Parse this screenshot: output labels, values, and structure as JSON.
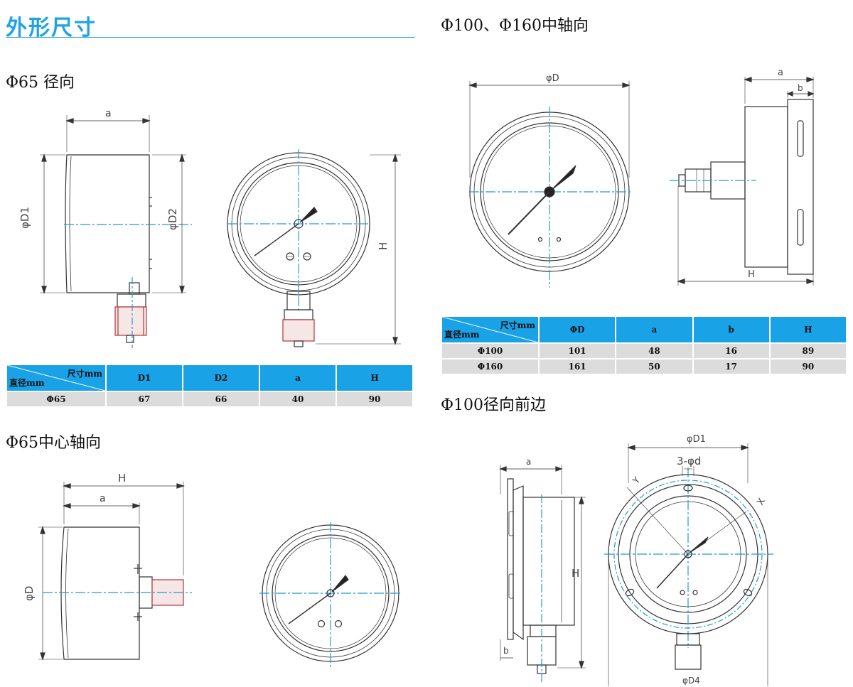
{
  "page": {
    "title": "外形尺寸",
    "accent_color": "#1fa3e6",
    "table_header_color": "#1aa2e6",
    "table_row_color": "#dcdcdc"
  },
  "sections": {
    "radial_65": {
      "heading": "Φ65 径向",
      "labels": {
        "a": "a",
        "d1": "φD1",
        "d2": "φD2",
        "h": "H"
      }
    },
    "center_axial_65": {
      "heading": "Φ65中心轴向",
      "labels": {
        "h": "H",
        "a": "a",
        "d": "φD"
      }
    },
    "axial_100_160": {
      "heading": "Φ100、Φ160中轴向",
      "labels": {
        "d": "φD",
        "a": "a",
        "b": "b",
        "h": "H"
      }
    },
    "radial_front_100": {
      "heading": "Φ100径向前边",
      "labels": {
        "a": "a",
        "h": "H",
        "b": "b",
        "d1": "φD1",
        "holes": "3-φd",
        "y": "Y",
        "x": "X",
        "d4": "φD4"
      }
    }
  },
  "table_65": {
    "corner_top": "尺寸mm",
    "corner_bottom": "直径mm",
    "headers": [
      "D1",
      "D2",
      "a",
      "H"
    ],
    "rows": [
      [
        "Φ65",
        "67",
        "66",
        "40",
        "90"
      ]
    ]
  },
  "table_100_160": {
    "corner_top": "尺寸mm",
    "corner_bottom": "直径mm",
    "headers": [
      "ΦD",
      "a",
      "b",
      "H"
    ],
    "rows": [
      [
        "Φ100",
        "101",
        "48",
        "16",
        "89"
      ],
      [
        "Φ160",
        "161",
        "50",
        "17",
        "90"
      ]
    ]
  }
}
